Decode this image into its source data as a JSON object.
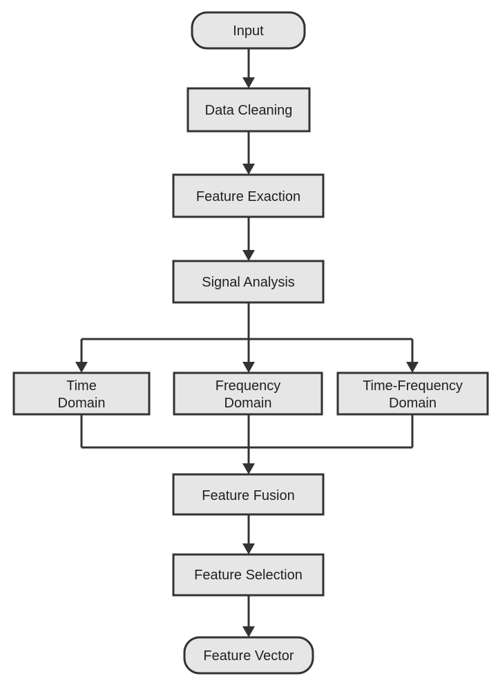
{
  "diagram": {
    "type": "flowchart",
    "direction": "top-to-bottom",
    "colors": {
      "node_fill": "#e6e6e6",
      "stroke": "#333333",
      "text": "#1f1f1f",
      "background": "#ffffff"
    },
    "nodes": {
      "input": {
        "label": "Input",
        "shape": "rounded"
      },
      "data_cleaning": {
        "label": "Data Cleaning",
        "shape": "rect"
      },
      "feature_exaction": {
        "label": "Feature Exaction",
        "shape": "rect"
      },
      "signal_analysis": {
        "label": "Signal Analysis",
        "shape": "rect"
      },
      "time_domain": {
        "label_line1": "Time",
        "label_line2": "Domain",
        "shape": "rect"
      },
      "frequency_domain": {
        "label_line1": "Frequency",
        "label_line2": "Domain",
        "shape": "rect"
      },
      "time_frequency_domain": {
        "label_line1": "Time-Frequency",
        "label_line2": "Domain",
        "shape": "rect"
      },
      "feature_fusion": {
        "label": "Feature Fusion",
        "shape": "rect"
      },
      "feature_selection": {
        "label": "Feature Selection",
        "shape": "rect"
      },
      "feature_vector": {
        "label": "Feature Vector",
        "shape": "rounded"
      }
    },
    "edges": [
      {
        "from": "input",
        "to": "data_cleaning"
      },
      {
        "from": "data_cleaning",
        "to": "feature_exaction"
      },
      {
        "from": "feature_exaction",
        "to": "signal_analysis"
      },
      {
        "from": "signal_analysis",
        "to": "time_domain"
      },
      {
        "from": "signal_analysis",
        "to": "frequency_domain"
      },
      {
        "from": "signal_analysis",
        "to": "time_frequency_domain"
      },
      {
        "from": "time_domain",
        "to": "feature_fusion"
      },
      {
        "from": "frequency_domain",
        "to": "feature_fusion"
      },
      {
        "from": "time_frequency_domain",
        "to": "feature_fusion"
      },
      {
        "from": "feature_fusion",
        "to": "feature_selection"
      },
      {
        "from": "feature_selection",
        "to": "feature_vector"
      }
    ]
  }
}
